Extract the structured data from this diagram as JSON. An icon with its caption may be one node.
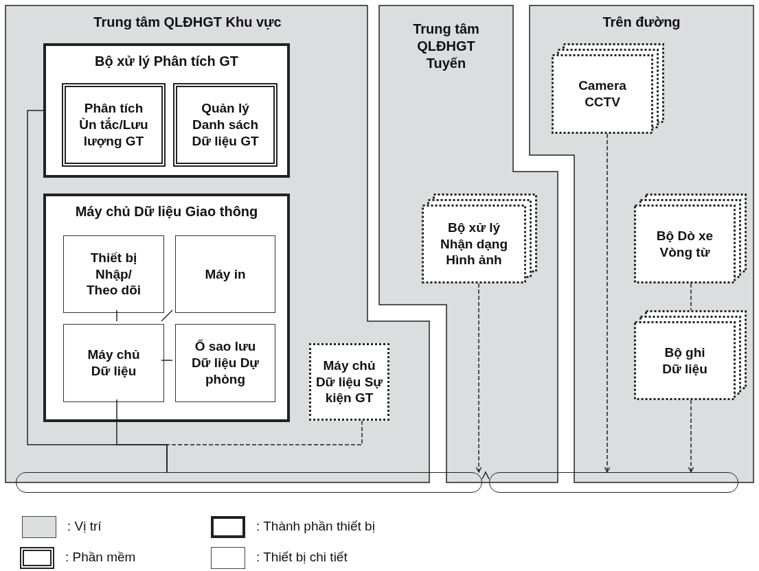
{
  "diagram": {
    "nodes": [
      {
        "text": [
          "Trung tâm QLĐHGT Khu vực"
        ]
      },
      {
        "text": [
          "Bộ xử lý Phân tích GT"
        ],
        "in": 0
      },
      {
        "text": [
          "Phân tích Ùn tắc/Lưu lượng GT"
        ],
        "in": 1
      },
      {
        "text": [
          "Quản lý Danh sách Dữ liệu GT"
        ],
        "in": 1
      },
      {
        "text": [
          "Máy chủ Dữ liệu Giao thông"
        ],
        "in": 0
      },
      {
        "text": [
          "Thiết bị Nhập/ Theo dõi"
        ],
        "in": 4
      },
      {
        "text": [
          "Máy in"
        ],
        "in": 4
      },
      {
        "text": [
          "Máy chủ Dữ liệu"
        ],
        "in": 4
      },
      {
        "text": [
          "Ổ sao lưu Dữ liệu Dự phòng"
        ],
        "in": 4
      },
      {
        "text": [
          "Máy chủ Dữ liệu Sự kiện GT"
        ],
        "in": 0
      },
      {
        "text": [
          "Trung tâm QLĐHGT Tuyến"
        ]
      },
      {
        "text": [
          "Bộ xử lý Nhận dạng Hình ảnh"
        ],
        "in": 10
      },
      {
        "text": [
          "Trên đường"
        ]
      },
      {
        "text": [
          "Camera CCTV"
        ],
        "in": 12
      },
      {
        "text": [
          "Bộ Dò xe Vòng từ"
        ],
        "in": 12
      },
      {
        "text": [
          "Bộ ghi Dữ liệu"
        ],
        "in": 12
      },
      {
        "text": [],
        "shape": "bar"
      },
      {
        "text": [],
        "shape": "bar"
      }
    ],
    "edges": [
      {
        "from": 5,
        "to": 7,
        "arrow": "none"
      },
      {
        "from": 6,
        "to": 7,
        "arrow": "none"
      },
      {
        "from": 7,
        "to": 8,
        "arrow": "none"
      },
      {
        "from": 1,
        "to": 16,
        "arrow": "none"
      },
      {
        "from": 7,
        "to": 16,
        "arrow": "none"
      },
      {
        "from": 9,
        "to": 16,
        "arrow": "none",
        "style": "dashed"
      },
      {
        "from": 11,
        "to": 16,
        "arrow": "to",
        "style": "dashed"
      },
      {
        "from": 16,
        "to": 17,
        "arrow": "none"
      },
      {
        "from": 13,
        "to": 17,
        "arrow": "to",
        "style": "dashed"
      },
      {
        "from": 14,
        "to": 15,
        "arrow": "none",
        "style": "dashed"
      },
      {
        "from": 15,
        "to": 17,
        "arrow": "to",
        "style": "dashed"
      }
    ],
    "legend": [
      {
        "text": ": Vị trí",
        "color": "#dcdddf"
      },
      {
        "text": ": Thành phần thiết bị"
      },
      {
        "text": ": Phần mềm"
      },
      {
        "text": ": Thiết bị chi tiết"
      }
    ]
  }
}
